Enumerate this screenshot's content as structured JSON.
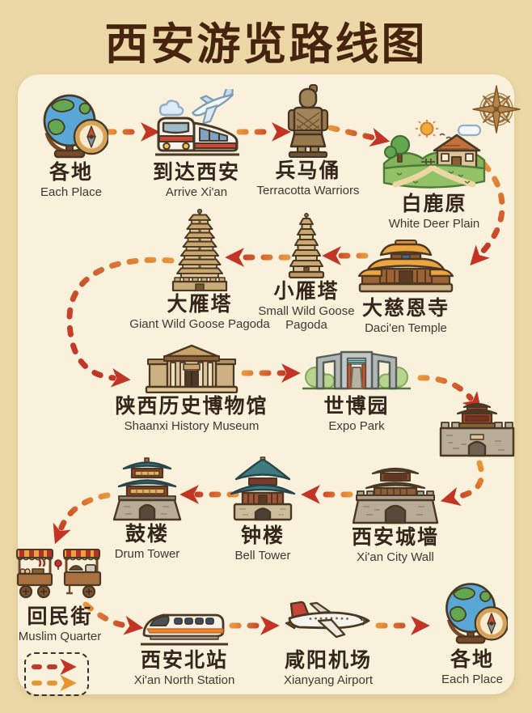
{
  "title": "西安游览路线图",
  "stops": [
    {
      "id": "each-place-start",
      "zh": "各地",
      "en": "Each Place",
      "icon": "globe-compass-icon"
    },
    {
      "id": "arrive-xian",
      "zh": "到达西安",
      "en": "Arrive Xi'an",
      "icon": "train-plane-icon"
    },
    {
      "id": "terracotta-warriors",
      "zh": "兵马俑",
      "en": "Terracotta Warriors",
      "icon": "terracotta-warrior-icon"
    },
    {
      "id": "white-deer-plain",
      "zh": "白鹿原",
      "en": "White Deer Plain",
      "icon": "farm-landscape-icon"
    },
    {
      "id": "dacien-temple",
      "zh": "大慈恩寺",
      "en": "Daci'en Temple",
      "icon": "temple-icon"
    },
    {
      "id": "small-wild-goose-pagoda",
      "zh": "小雁塔",
      "en": "Small Wild Goose Pagoda",
      "icon": "small-pagoda-icon"
    },
    {
      "id": "giant-wild-goose-pagoda",
      "zh": "大雁塔",
      "en": "Giant Wild Goose Pagoda",
      "icon": "big-pagoda-icon"
    },
    {
      "id": "shaanxi-history-museum",
      "zh": "陕西历史博物馆",
      "en": "Shaanxi History Museum",
      "icon": "museum-icon"
    },
    {
      "id": "expo-park",
      "zh": "世博园",
      "en": "Expo Park",
      "icon": "expo-gate-icon"
    },
    {
      "id": "xian-city-wall",
      "zh": "西安城墙",
      "en": "Xi'an City Wall",
      "icon": "city-wall-icon"
    },
    {
      "id": "bell-tower",
      "zh": "钟楼",
      "en": "Bell Tower",
      "icon": "bell-tower-icon"
    },
    {
      "id": "drum-tower",
      "zh": "鼓楼",
      "en": "Drum Tower",
      "icon": "drum-tower-icon"
    },
    {
      "id": "muslim-quarter",
      "zh": "回民街",
      "en": "Muslim Quarter",
      "icon": "food-carts-icon"
    },
    {
      "id": "xian-north-station",
      "zh": "西安北站",
      "en": "Xi'an North Station",
      "icon": "hsr-train-icon"
    },
    {
      "id": "xianyang-airport",
      "zh": "咸阳机场",
      "en": "Xianyang Airport",
      "icon": "airplane-icon"
    },
    {
      "id": "each-place-end",
      "zh": "各地",
      "en": "Each Place",
      "icon": "globe-compass-icon"
    }
  ],
  "route_order": [
    "each-place-start",
    "arrive-xian",
    "terracotta-warriors",
    "white-deer-plain",
    "dacien-temple",
    "small-wild-goose-pagoda",
    "giant-wild-goose-pagoda",
    "shaanxi-history-museum",
    "expo-park",
    "xian-city-wall",
    "bell-tower",
    "drum-tower",
    "muslim-quarter",
    "xian-north-station",
    "xianyang-airport",
    "each-place-end"
  ],
  "legend": {
    "items": [
      {
        "name": "route-arrow-red",
        "color": "#c0392b"
      },
      {
        "name": "route-arrow-orange",
        "color": "#e8952f"
      }
    ]
  },
  "colors": {
    "background": "#ecd8a6",
    "card": "#f9f1dc",
    "title": "#46240e",
    "arrow_tail_orange": "#e8963b",
    "arrow_head_red": "#c23424"
  }
}
